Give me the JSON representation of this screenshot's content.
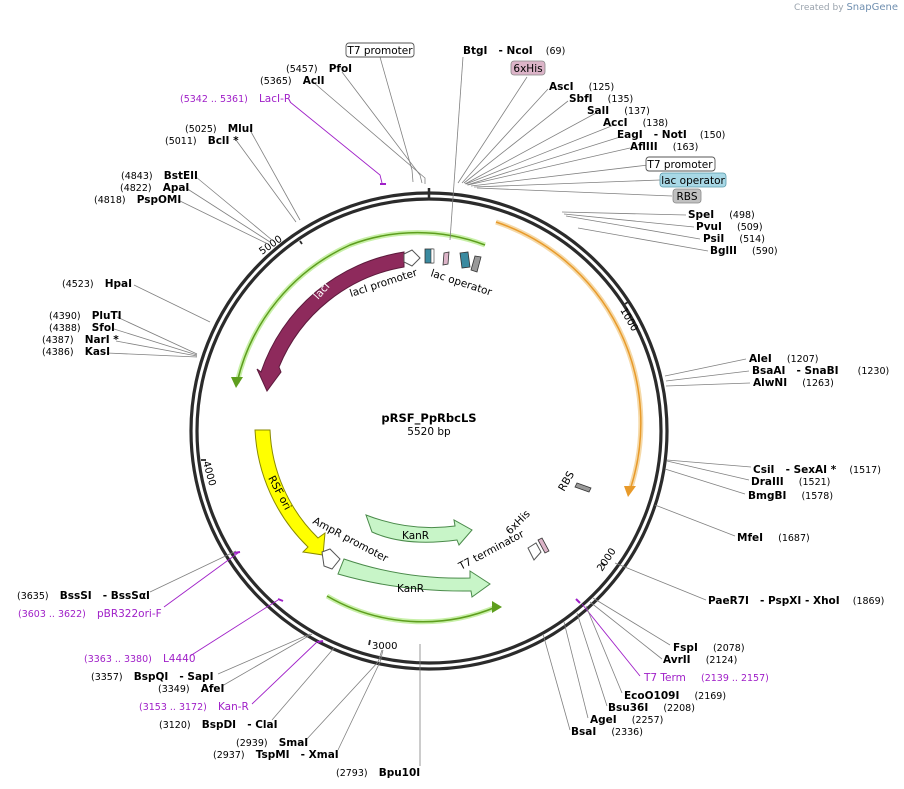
{
  "credit": {
    "prefix": "Created by",
    "brand": "SnapGene"
  },
  "plasmid": {
    "name": "pRSF_PpRbcLS",
    "size_label": "5520 bp",
    "length": 5520
  },
  "ticks": [
    "1000",
    "2000",
    "3000",
    "4000",
    "5000"
  ],
  "enzymes": [
    {
      "id": "btgi-ncoi",
      "pos": "(69)",
      "name": "BtgI",
      "extra": "- NcoI"
    },
    {
      "id": "asci",
      "pos": "(125)",
      "name": "AscI"
    },
    {
      "id": "sbfi",
      "pos": "(135)",
      "name": "SbfI"
    },
    {
      "id": "sali",
      "pos": "(137)",
      "name": "SalI"
    },
    {
      "id": "acci",
      "pos": "(138)",
      "name": "AccI"
    },
    {
      "id": "eagi-noti",
      "pos": "(150)",
      "name": "EagI",
      "extra": "- NotI"
    },
    {
      "id": "aflii",
      "pos": "(163)",
      "name": "AflIII"
    },
    {
      "id": "spei",
      "pos": "(498)",
      "name": "SpeI"
    },
    {
      "id": "pvui",
      "pos": "(509)",
      "name": "PvuI"
    },
    {
      "id": "psii",
      "pos": "(514)",
      "name": "PsiI"
    },
    {
      "id": "bglii",
      "pos": "(590)",
      "name": "BglII"
    },
    {
      "id": "alei",
      "pos": "(1207)",
      "name": "AleI"
    },
    {
      "id": "bsaai-snabi",
      "pos": "(1230)",
      "name": "BsaAI",
      "extra": "- SnaBI"
    },
    {
      "id": "alwni",
      "pos": "(1263)",
      "name": "AlwNI"
    },
    {
      "id": "csii-sexai",
      "pos": "(1517)",
      "name": "CsiI",
      "extra": "- SexAI *"
    },
    {
      "id": "draiii",
      "pos": "(1521)",
      "name": "DraIII"
    },
    {
      "id": "bmgbi",
      "pos": "(1578)",
      "name": "BmgBI"
    },
    {
      "id": "mfei",
      "pos": "(1687)",
      "name": "MfeI"
    },
    {
      "id": "paer7i",
      "pos": "(1869)",
      "name": "PaeR7I",
      "extra": "- PspXI  - XhoI"
    },
    {
      "id": "fspi",
      "pos": "(2078)",
      "name": "FspI"
    },
    {
      "id": "avrii",
      "pos": "(2124)",
      "name": "AvrII"
    },
    {
      "id": "ecoo109i",
      "pos": "(2169)",
      "name": "EcoO109I"
    },
    {
      "id": "bsu36i",
      "pos": "(2208)",
      "name": "Bsu36I"
    },
    {
      "id": "agei",
      "pos": "(2257)",
      "name": "AgeI"
    },
    {
      "id": "bsai",
      "pos": "(2336)",
      "name": "BsaI"
    },
    {
      "id": "bpu10i",
      "pos": "(2793)",
      "name": "Bpu10I"
    },
    {
      "id": "tspmi-xmai",
      "pos": "(2937)",
      "name": "TspMI",
      "extra": "- XmaI"
    },
    {
      "id": "smai",
      "pos": "(2939)",
      "name": "SmaI"
    },
    {
      "id": "bspdi-clai",
      "pos": "(3120)",
      "name": "BspDI",
      "extra": "- ClaI"
    },
    {
      "id": "afei",
      "pos": "(3349)",
      "name": "AfeI"
    },
    {
      "id": "bspqi-sapi",
      "pos": "(3357)",
      "name": "BspQI",
      "extra": "- SapI"
    },
    {
      "id": "bsssi-bsssai",
      "pos": "(3635)",
      "name": "BssSI",
      "extra": "- BssSαI"
    },
    {
      "id": "kasi",
      "pos": "(4386)",
      "name": "KasI"
    },
    {
      "id": "nari",
      "pos": "(4387)",
      "name": "NarI *"
    },
    {
      "id": "sfoi",
      "pos": "(4388)",
      "name": "SfoI"
    },
    {
      "id": "pluti",
      "pos": "(4390)",
      "name": "PluTI"
    },
    {
      "id": "hpai",
      "pos": "(4523)",
      "name": "HpaI"
    },
    {
      "id": "psp0mi",
      "pos": "(4818)",
      "name": "PspOMI"
    },
    {
      "id": "apai",
      "pos": "(4822)",
      "name": "ApaI"
    },
    {
      "id": "bsteii",
      "pos": "(4843)",
      "name": "BstEII"
    },
    {
      "id": "bcli",
      "pos": "(5011)",
      "name": "BclI *"
    },
    {
      "id": "mlui",
      "pos": "(5025)",
      "name": "MluI"
    },
    {
      "id": "acli",
      "pos": "(5365)",
      "name": "AclI"
    },
    {
      "id": "pfoi",
      "pos": "(5457)",
      "name": "PfoI"
    }
  ],
  "misc_features": [
    {
      "id": "laci-r",
      "range": "(5342 .. 5361)",
      "name": "LacI-R"
    },
    {
      "id": "t7-term",
      "range": "(2139 .. 2157)",
      "name": "T7 Term"
    },
    {
      "id": "kan-r",
      "range": "(3153 .. 3172)",
      "name": "Kan-R"
    },
    {
      "id": "l4440",
      "range": "(3363 .. 3380)",
      "name": "L4440"
    },
    {
      "id": "pbr322ori-f",
      "range": "(3603 .. 3622)",
      "name": "pBR322ori-F"
    }
  ],
  "box_labels": {
    "t7_promoter_top": "T7 promoter",
    "sixhis_top": "6xHis",
    "t7_promoter_right": "T7 promoter",
    "lac_operator_right": "lac operator",
    "rbs_right": "RBS"
  },
  "feature_labels": {
    "laci": "lacI",
    "laci_promoter": "lacI promoter",
    "lac_operator": "lac operator",
    "rsf_ori": "RSF ori",
    "ampr_promoter": "AmpR promoter",
    "kanr_1": "KanR",
    "kanr_2": "KanR",
    "sixhis_inner": "6xHis",
    "t7_terminator": "T7 terminator",
    "rbs_inner": "RBS"
  },
  "colors": {
    "backbone": "#2b2b2b",
    "laci": "#8e2a5c",
    "rsf_ori": "#ffff00",
    "kanr": "#c8f5c8",
    "green_arc": "#5e9e1e",
    "orange_arc": "#e89a2a",
    "misc": "#a020c8",
    "sixhis_fill": "#dcb4c8",
    "lac_operator_fill": "#a8d8e6",
    "rbs_fill": "#c0c0c0"
  }
}
